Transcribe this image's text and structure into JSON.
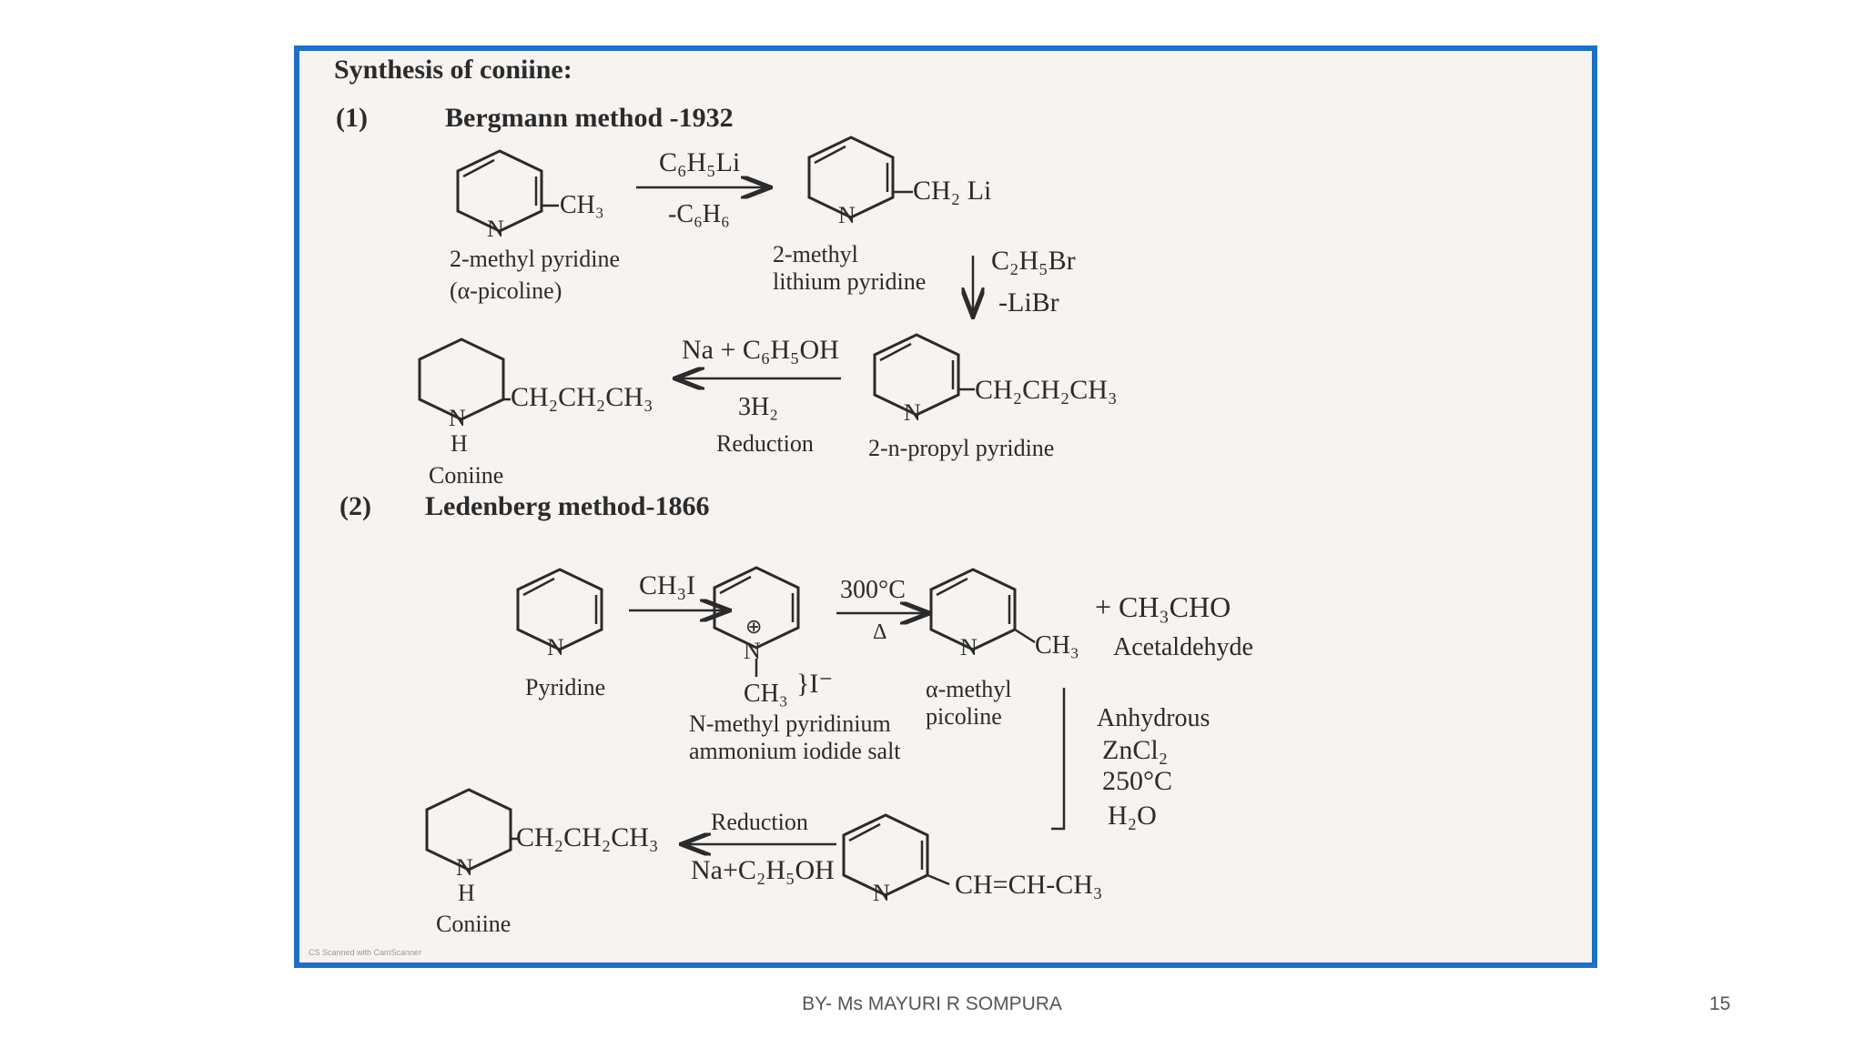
{
  "slide": {
    "footer": "BY- Ms MAYURI R SOMPURA",
    "page_number": "15",
    "watermark": "CS Scanned with CamScanner"
  },
  "scheme": {
    "title": "Synthesis of coniine:",
    "m1": {
      "number": "(1)",
      "name": "Bergmann method -1932",
      "r1_substituent": "CH₃",
      "r1_name": "2-methyl pyridine",
      "r1_alt": "(α-picoline)",
      "reagent1": "C₆H₅Li",
      "byproduct1": "-C₆H₆",
      "r2_substituent": "CH₂ Li",
      "r2_name_1": "2-methyl",
      "r2_name_2": "lithium pyridine",
      "reagent2": "C₂H₅Br",
      "byproduct2": "-LiBr",
      "r3_substituent": "CH₂CH₂CH₃",
      "r3_name": "2-n-propyl pyridine",
      "reagent3": "Na + C₆H₅OH",
      "reagent3b": "3H₂",
      "reagent3c": "Reduction",
      "product_substituent": "CH₂CH₂CH₃",
      "product_name": "Coniine"
    },
    "m2": {
      "number": "(2)",
      "name": "Ledenberg method-1866",
      "r1_name": "Pyridine",
      "reagent1": "CH₃I",
      "r2_methyl": "CH₃",
      "r2_iodide": "}I⁻",
      "r2_name_1": "N-methyl pyridinium",
      "r2_name_2": "ammonium iodide salt",
      "reagent2": "300°C",
      "reagent2b": "Δ",
      "r3_substituent": "CH₃",
      "r3_name_1": "α-methyl",
      "r3_name_2": "picoline",
      "plus_reagent": "+ CH₃CHO",
      "plus_name": "Acetaldehyde",
      "cond1": "Anhydrous",
      "cond2": "ZnCl₂",
      "cond3": "250°C",
      "cond4": "H₂O",
      "r4_substituent": "CH=CH-CH₃",
      "reagent4": "Reduction",
      "reagent4b": "Na+C₂H₅OH",
      "product_substituent": "CH₂CH₂CH₃",
      "product_name": "Coniine"
    },
    "atoms": {
      "nitrogen": "N",
      "hydrogen": "H",
      "positive": "⊕"
    }
  }
}
